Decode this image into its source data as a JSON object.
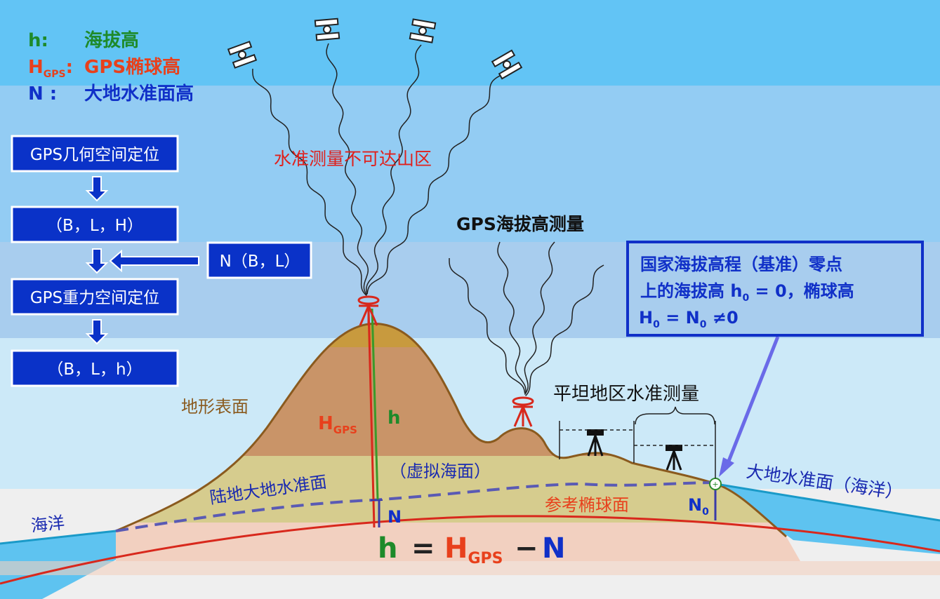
{
  "legend": {
    "h_symbol": "h:",
    "h_label": "海拔高",
    "hgps_symbol": "H",
    "hgps_sub": "GPS",
    "hgps_colon": ":",
    "hgps_label": "GPS椭球高",
    "n_symbol": "N :",
    "n_label": "大地水准面高"
  },
  "flow": {
    "box1": "GPS几何空间定位",
    "box2": "（B，L，H）",
    "box3": "GPS重力空间定位",
    "box4": "（B，L，h）",
    "side_box": "N（B，L）"
  },
  "labels": {
    "mountain_area": "水准测量不可达山区",
    "gps_height": "GPS海拔高测量",
    "flat_leveling": "平坦地区水准测量",
    "terrain": "地形表面",
    "land_geoid": "陆地大地水准面",
    "virtual_sea": "（虚拟海面）",
    "ellipsoid": "参考椭球面",
    "geoid_ocean": "大地水准面（海洋）",
    "ocean": "海洋",
    "hgps_main": "H",
    "hgps_main_sub": "GPS",
    "h_main": "h",
    "n_main": "N",
    "n0": "N",
    "n0_sub": "0"
  },
  "callout": {
    "line1": "国家海拔高程（基准）零点",
    "line2_a": "上的海拔高 h",
    "line2_sub": "0",
    "line2_b": " = 0，椭球高",
    "line3_a": "H",
    "line3_sub1": "0",
    "line3_b": " = N",
    "line3_sub2": "0",
    "line3_c": " ≠0"
  },
  "formula": {
    "h": "h",
    "eq": "=",
    "hgps": "H",
    "hgps_sub": "GPS",
    "minus": "−",
    "n": "N"
  },
  "colors": {
    "green": "#1e8a2a",
    "red": "#e8401c",
    "blue": "#1030c8",
    "box": "#0a32c8"
  }
}
